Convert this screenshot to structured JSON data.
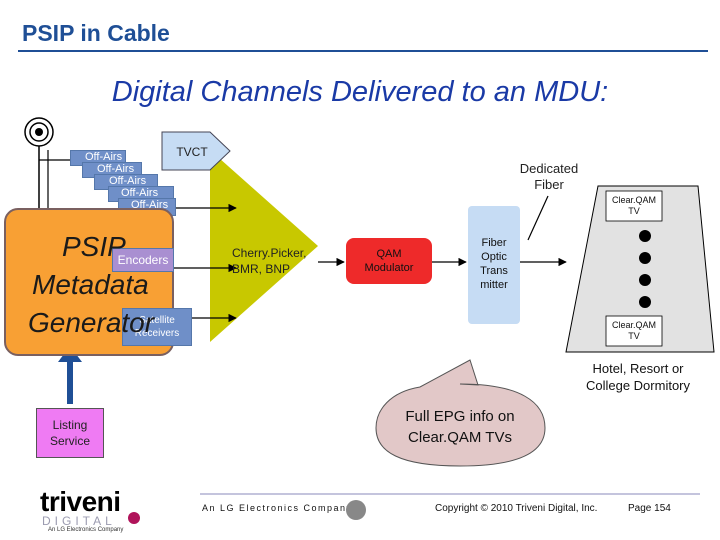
{
  "header": {
    "title": "PSIP in Cable"
  },
  "slide": {
    "title": "Digital Channels Delivered to an MDU:"
  },
  "sources": {
    "off_air_label": "Off-Airs",
    "encoders_label": "Encoders",
    "satellite_label": "Satellite Receivers"
  },
  "psip": {
    "line1": "PSIP",
    "line2": "Metadata",
    "line3": "Generator"
  },
  "tvct": {
    "label": "TVCT"
  },
  "dedicated_fiber": {
    "line1": "Dedicated",
    "line2": "Fiber"
  },
  "cherry_picker": {
    "line1": "Cherry.Picker,",
    "line2": "BMR, BNP"
  },
  "qam": {
    "line1": "QAM",
    "line2": "Modulator"
  },
  "fiber_optic": {
    "line1": "Fiber",
    "line2": "Optic",
    "line3": "Trans",
    "line4": "mitter"
  },
  "tv": {
    "line1": "Clear.QAM",
    "line2": "TV"
  },
  "hotel": {
    "line1": "Hotel, Resort or",
    "line2": "College Dormitory"
  },
  "epg": {
    "line1": "Full EPG info on",
    "line2": "Clear.QAM TVs"
  },
  "listing": {
    "line1": "Listing",
    "line2": "Service"
  },
  "footer": {
    "lg_tagline": "An LG Electronics Company",
    "copyright": "Copyright © 2010 Triveni Digital, Inc.",
    "page": "Page 154"
  },
  "logo": {
    "brand": "triveni",
    "sub": "DIGITAL",
    "tag": "An LG Electronics Company"
  },
  "colors": {
    "title_blue": "#1f4f96",
    "psip_orange": "#f8a034",
    "qam_red": "#ee2a2a",
    "listing_pink": "#ef7bf3",
    "funnel_yellow": "#c8c800"
  }
}
